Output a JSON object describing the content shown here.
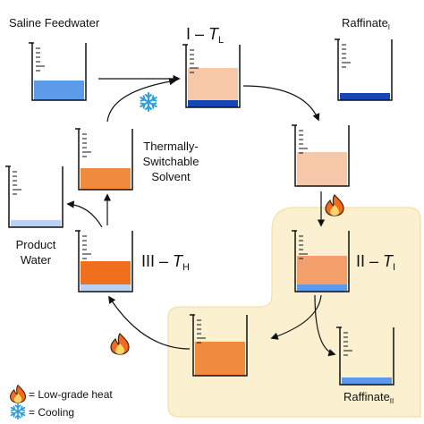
{
  "labels": {
    "saline_feedwater": "Saline Feedwater",
    "stage_one": "I – ",
    "stage_one_temp": "T",
    "stage_one_sub": "L",
    "raffinate_one": "Raffinate",
    "raffinate_one_sub": "I",
    "thermally_line1": "Thermally-",
    "thermally_line2": "Switchable",
    "thermally_line3": "Solvent",
    "product_line1": "Product",
    "product_line2": "Water",
    "stage_three": "III – ",
    "stage_three_temp": "T",
    "stage_three_sub": "H",
    "stage_two": "II – ",
    "stage_two_temp": "T",
    "stage_two_sub": "I",
    "raffinate_two": "Raffinate",
    "raffinate_two_sub": "II"
  },
  "legend": {
    "heat": "= Low-grade heat",
    "cooling": "= Cooling"
  },
  "icons": {
    "heat": "flame-icon",
    "cooling": "snowflake-icon"
  },
  "colors": {
    "saline_water": "#5b9bea",
    "raffinate_dark": "#1446b8",
    "peach_light": "#f7c8a8",
    "orange_solvent": "#f08a3c",
    "orange_deep": "#f06f1c",
    "product_water": "#b9d2f4",
    "highlight_region": "#fbf0cf"
  }
}
